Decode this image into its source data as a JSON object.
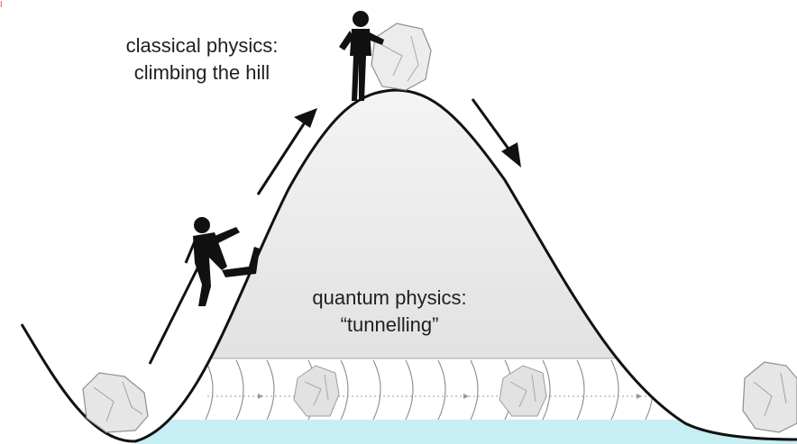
{
  "labels": {
    "classical_line1": "classical physics:",
    "classical_line2": "climbing the hill",
    "quantum_line1": "quantum physics:",
    "quantum_line2": "“tunnelling”"
  },
  "colors": {
    "hill_fill": "#e9e9e9",
    "outline": "#111111",
    "tunnel_water": "#c7eef3",
    "wave_lines": "#888888",
    "rock": "#d6d6d6",
    "figure": "#111111"
  },
  "icons": {
    "climber": "climbing-person-icon",
    "standing": "standing-person-icon",
    "rock": "rock-boulder-icon",
    "arrow": "arrow-icon"
  }
}
